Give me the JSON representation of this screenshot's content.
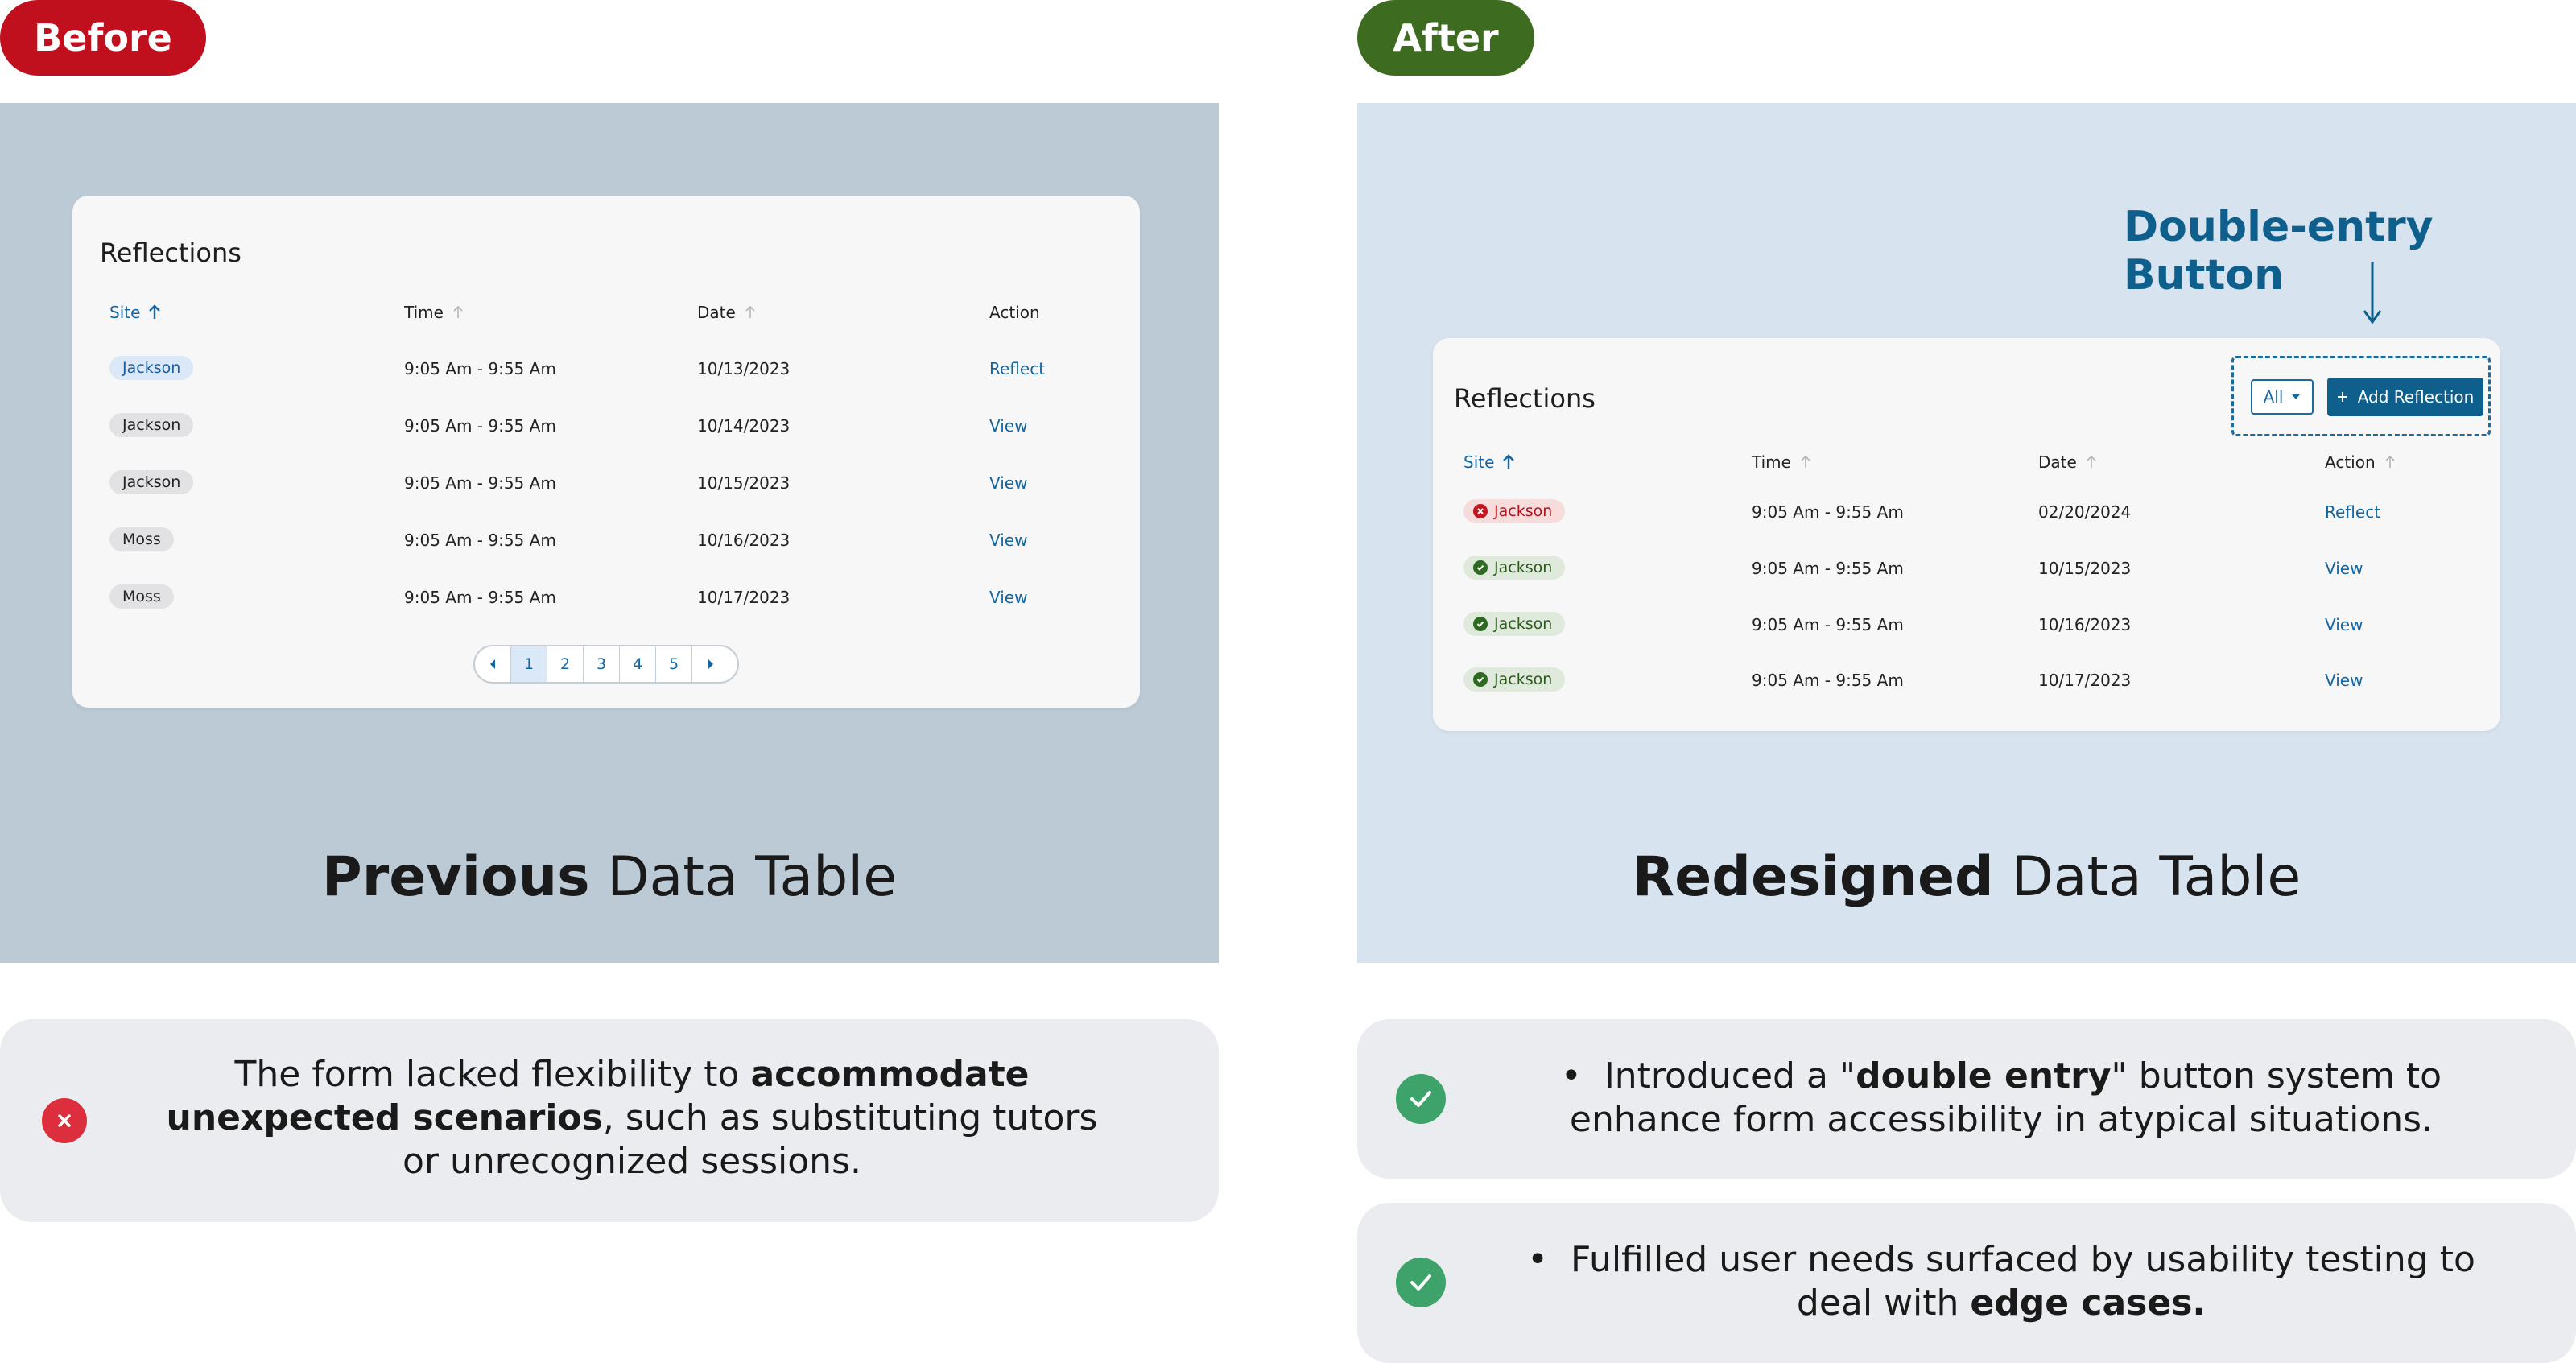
{
  "labels": {
    "before": "Before",
    "after": "After"
  },
  "left": {
    "caption_bold": "Previous",
    "caption_rest": " Data Table",
    "card": {
      "title": "Reflections",
      "headers": {
        "site": "Site",
        "time": "Time",
        "date": "Date",
        "action": "Action"
      },
      "rows": [
        {
          "site": "Jackson",
          "time": "9:05 Am - 9:55 Am",
          "date": "10/13/2023",
          "action": "Reflect"
        },
        {
          "site": "Jackson",
          "time": "9:05 Am - 9:55 Am",
          "date": "10/14/2023",
          "action": "View"
        },
        {
          "site": "Jackson",
          "time": "9:05 Am - 9:55 Am",
          "date": "10/15/2023",
          "action": "View"
        },
        {
          "site": "Moss",
          "time": "9:05 Am - 9:55 Am",
          "date": "10/16/2023",
          "action": "View"
        },
        {
          "site": "Moss",
          "time": "9:05 Am - 9:55 Am",
          "date": "10/17/2023",
          "action": "View"
        }
      ],
      "pages": [
        "1",
        "2",
        "3",
        "4",
        "5"
      ]
    },
    "note": {
      "pre": "The form lacked flexibility to ",
      "bold": "accommodate unexpected scenarios",
      "post": ", such as substituting tutors or unrecognized sessions."
    }
  },
  "right": {
    "caption_bold": "Redesigned",
    "caption_rest": " Data Table",
    "annotation": "Double-entry Button",
    "card": {
      "title": "Reflections",
      "filter_value": "All",
      "add_button": "Add Reflection",
      "headers": {
        "site": "Site",
        "time": "Time",
        "date": "Date",
        "action": "Action"
      },
      "rows": [
        {
          "site": "Jackson",
          "status": "error",
          "time": "9:05 Am - 9:55 Am",
          "date": "02/20/2024",
          "action": "Reflect"
        },
        {
          "site": "Jackson",
          "status": "ok",
          "time": "9:05 Am - 9:55 Am",
          "date": "10/15/2023",
          "action": "View"
        },
        {
          "site": "Jackson",
          "status": "ok",
          "time": "9:05 Am - 9:55 Am",
          "date": "10/16/2023",
          "action": "View"
        },
        {
          "site": "Jackson",
          "status": "ok",
          "time": "9:05 Am - 9:55 Am",
          "date": "10/17/2023",
          "action": "View"
        }
      ]
    },
    "note1": {
      "pre": "Introduced a \"",
      "bold": "double entry",
      "post": "\" button system to enhance form accessibility in atypical situations."
    },
    "note2": {
      "pre": "Fulfilled user needs surfaced by usability testing to deal with ",
      "bold": "edge cases."
    }
  },
  "colors": {
    "before": "#c0101e",
    "after": "#3d6b1f",
    "accent": "#0f5f8c",
    "link": "#1565a0"
  }
}
